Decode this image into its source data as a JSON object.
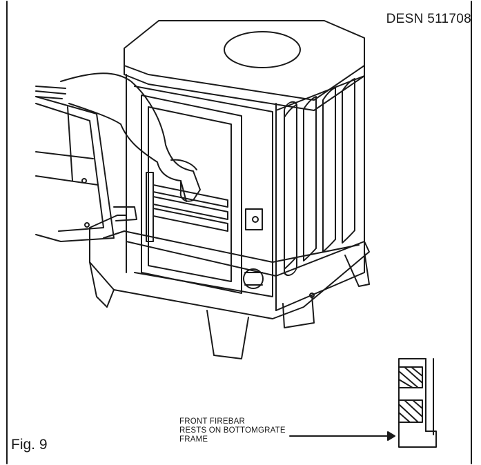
{
  "drawing_code": "DESN 511708",
  "figure_caption": "Fig. 9",
  "callout": {
    "line1": "FRONT FIREBAR",
    "line2": "RESTS ON BOTTOMGRATE",
    "line3": "FRAME"
  },
  "line_color": "#1a1a1a",
  "background_color": "#ffffff"
}
